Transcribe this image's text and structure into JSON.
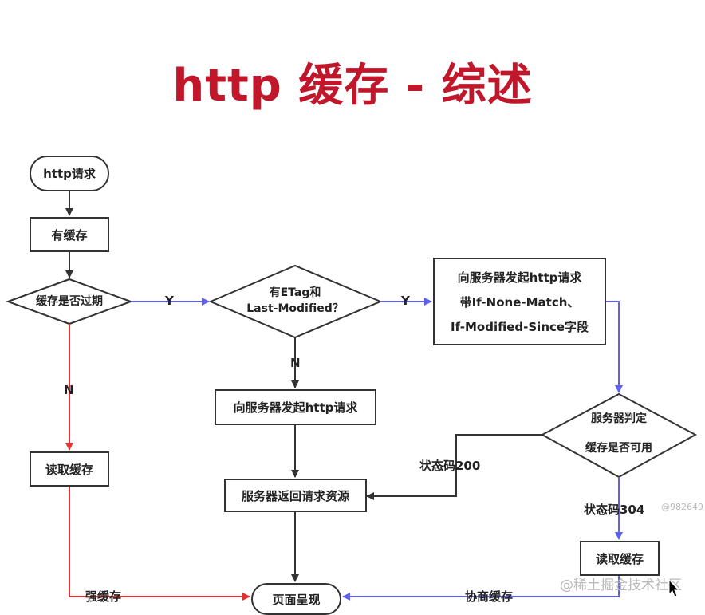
{
  "title": "http 缓存 - 综述",
  "nodes": {
    "http_request": "http请求",
    "has_cache": "有缓存",
    "is_expired": "缓存是否过期",
    "etag_line1": "有ETag和",
    "etag_line2": "Last-Modified？",
    "cond_req_line1": "向服务器发起http请求",
    "cond_req_line2": "带If-None-Match、",
    "cond_req_line3": "If-Modified-Since字段",
    "send_request": "向服务器发起http请求",
    "server_judge_line1": "服务器判定",
    "server_judge_line2": "缓存是否可用",
    "read_cache_left": "读取缓存",
    "server_return": "服务器返回请求资源",
    "read_cache_right": "读取缓存",
    "render": "页面呈现"
  },
  "labels": {
    "y1": "Y",
    "y2": "Y",
    "n_left": "N",
    "n_mid": "N",
    "status200": "状态码200",
    "status304": "状态码304",
    "strong_cache": "强缓存",
    "negotiated_cache": "协商缓存"
  },
  "colors": {
    "title": "#c0172b",
    "red_arrow": "#e03030",
    "blue_arrow": "#6060f0",
    "dark_arrow": "#333333"
  },
  "watermark": {
    "id": "@982649",
    "site": "@稀土掘金技术社区"
  }
}
